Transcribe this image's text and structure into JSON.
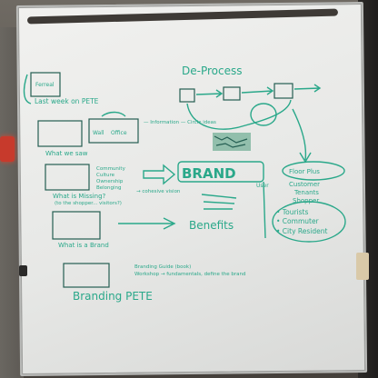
{
  "board": {
    "title": "De-Process",
    "rows": [
      {
        "caption": "Last week on PETE",
        "box_label": "Ferreal"
      },
      {
        "caption": "What we saw",
        "box_labels": [
          "Wall",
          "Office"
        ],
        "note": "— Information — Circle ideas"
      },
      {
        "caption": "What is Missing?",
        "caption_sub": "(to the shopper... visitors?)",
        "notes": [
          "Community",
          "Culture",
          "Ownership",
          "Belonging"
        ],
        "note2": "→ cohesive vision",
        "big_word": "BRAND"
      },
      {
        "caption": "What is a Brand",
        "big_word": "Benefits"
      },
      {
        "caption": "Branding PETE",
        "notes": [
          "Branding Guide (book)",
          "Workshop → fundamentals, define the brand"
        ]
      }
    ],
    "right_cluster": {
      "top": "Floor Plus",
      "items": [
        "Customer",
        "Tenants",
        "Shopper"
      ],
      "bullets": [
        "• Tourists",
        "• Commuter",
        "• City Resident"
      ]
    },
    "side_note": "User"
  },
  "colors": {
    "ink": "#2aa88a",
    "board": "#e9eae8"
  }
}
